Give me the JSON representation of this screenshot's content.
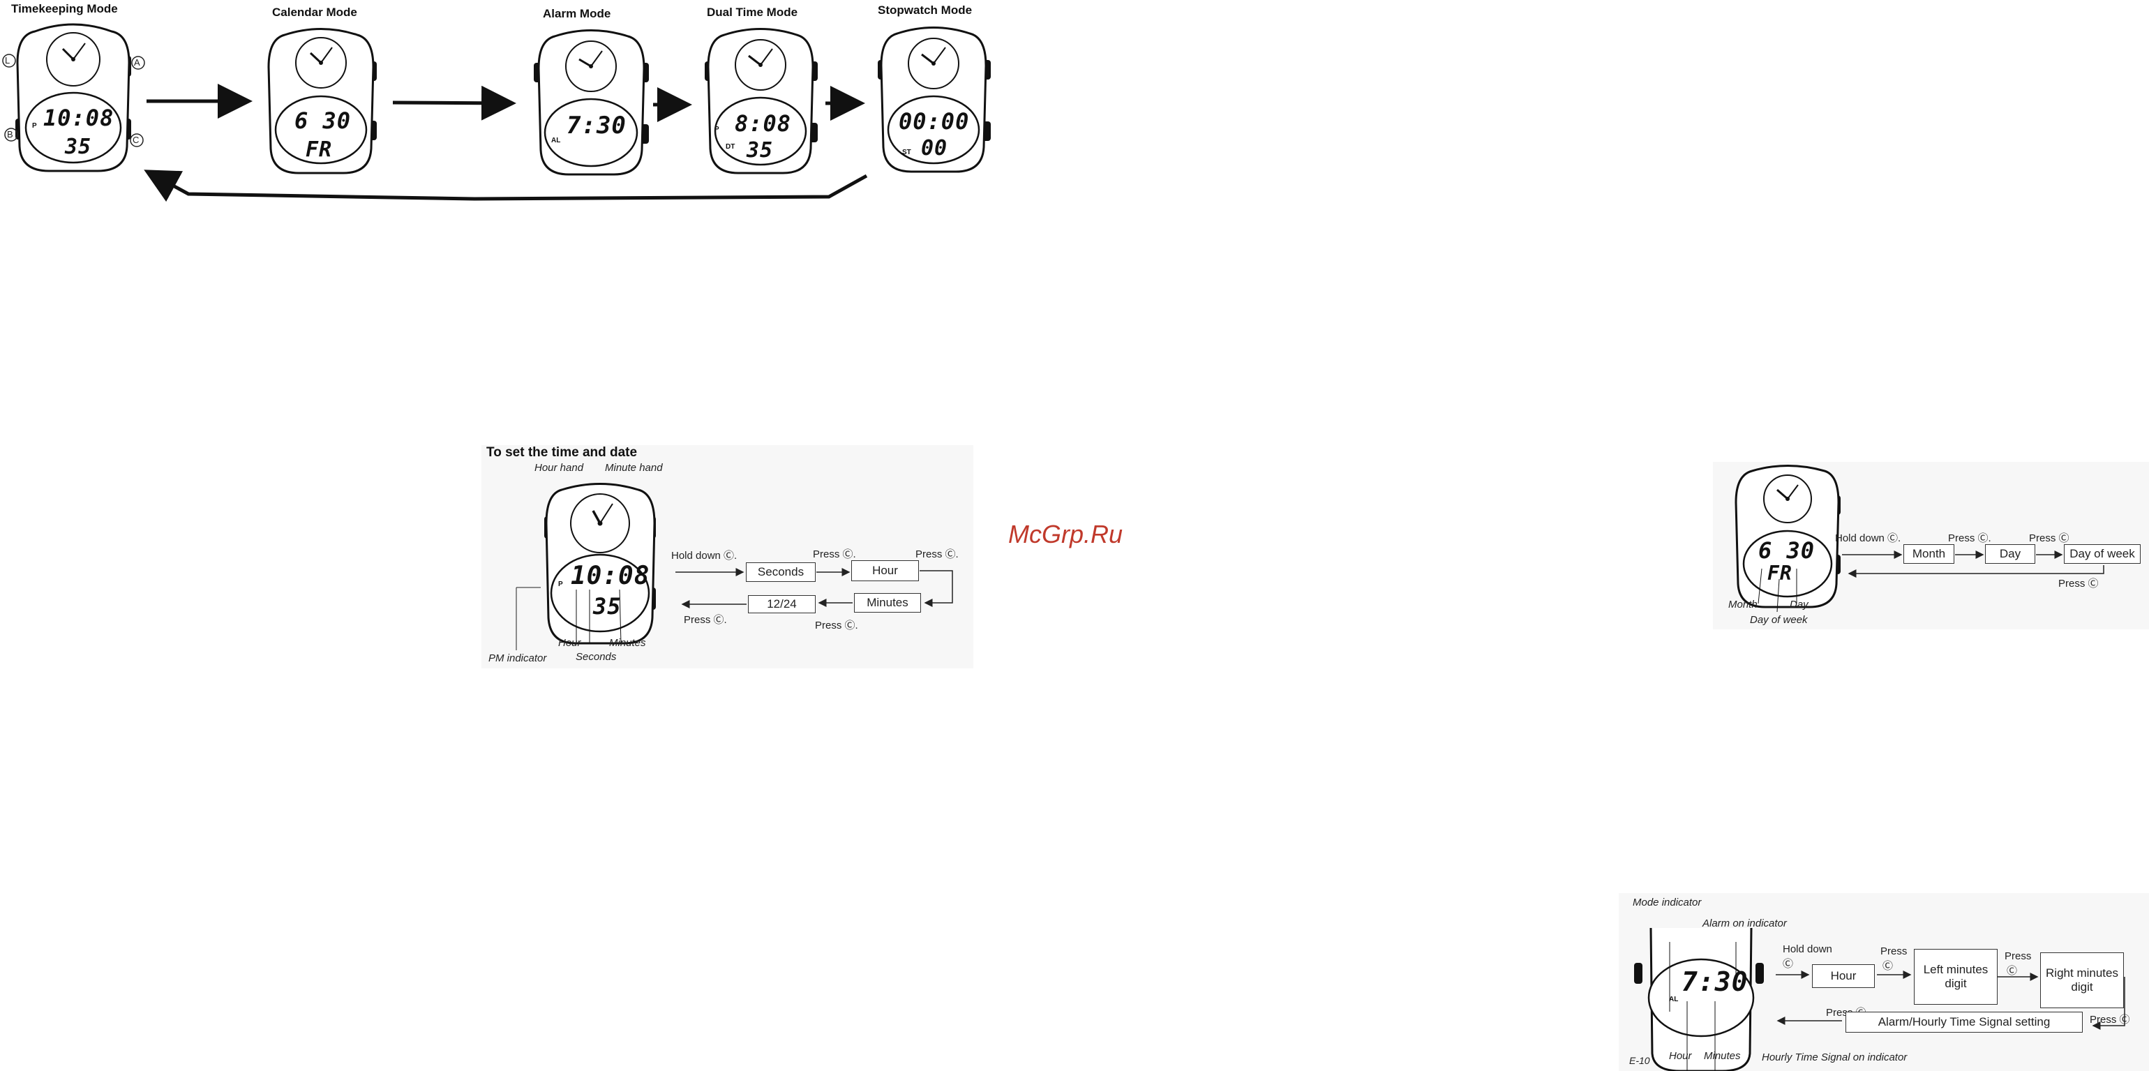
{
  "mode_flow": {
    "modes": [
      {
        "title": "Timekeeping Mode",
        "lcd_top": "10:08",
        "lcd_bottom": "35",
        "indicator": "P"
      },
      {
        "title": "Calendar Mode",
        "lcd_top": "6 30",
        "lcd_bottom": "FR",
        "indicator": ""
      },
      {
        "title": "Alarm Mode",
        "lcd_top": "7:30",
        "lcd_bottom": "",
        "indicator": "AL"
      },
      {
        "title": "Dual Time Mode",
        "lcd_top": "8:08",
        "lcd_bottom": "35",
        "indicator": "DT",
        "indicator2": "P"
      },
      {
        "title": "Stopwatch Mode",
        "lcd_top": "00:00",
        "lcd_bottom": "00",
        "indicator": "ST"
      }
    ],
    "button_labels": {
      "L": "L",
      "A": "A",
      "B": "B",
      "C": "C"
    }
  },
  "time_date": {
    "title": "To set the time and date",
    "hour_hand": "Hour hand",
    "minute_hand": "Minute hand",
    "lcd_top": "10:08",
    "lcd_bottom": "35",
    "indicator": "P",
    "hold_down": "Hold down Ⓒ.",
    "press_1": "Press Ⓒ.",
    "press_2": "Press Ⓒ.",
    "press_3": "Press Ⓒ.",
    "press_4": "Press Ⓒ.",
    "box_seconds": "Seconds",
    "box_hour": "Hour",
    "box_minutes": "Minutes",
    "box_1224": "12/24",
    "label_hour": "Hour",
    "label_minutes": "Minutes",
    "label_seconds": "Seconds",
    "label_pm": "PM indicator"
  },
  "watermark": "McGrp.Ru",
  "calendar_set": {
    "lcd_top": "6 30",
    "lcd_bottom": "FR",
    "hold_down": "Hold down Ⓒ.",
    "press_1": "Press Ⓒ.",
    "press_2": "Press Ⓒ",
    "press_3": "Press Ⓒ",
    "box_month": "Month",
    "box_day": "Day",
    "box_dow": "Day of week",
    "label_month": "Month",
    "label_day": "Day",
    "label_dow": "Day of week"
  },
  "alarm_set": {
    "mode_indicator": "Mode indicator",
    "alarm_on": "Alarm on indicator",
    "lcd_top": "7:30",
    "indicator": "AL",
    "hold_down": "Hold down",
    "hold_down_c": "Ⓒ",
    "press_1": "Press",
    "press_1c": "Ⓒ",
    "press_2": "Press",
    "press_2c": "Ⓒ",
    "press_3": "Press Ⓒ.",
    "press_4": "Press Ⓒ",
    "box_hour": "Hour",
    "box_left": "Left minutes digit",
    "box_right": "Right minutes digit",
    "box_alarm": "Alarm/Hourly Time Signal setting",
    "label_hour": "Hour",
    "label_minutes": "Minutes",
    "label_hourly": "Hourly Time Signal on indicator",
    "page_no": "E-10"
  }
}
